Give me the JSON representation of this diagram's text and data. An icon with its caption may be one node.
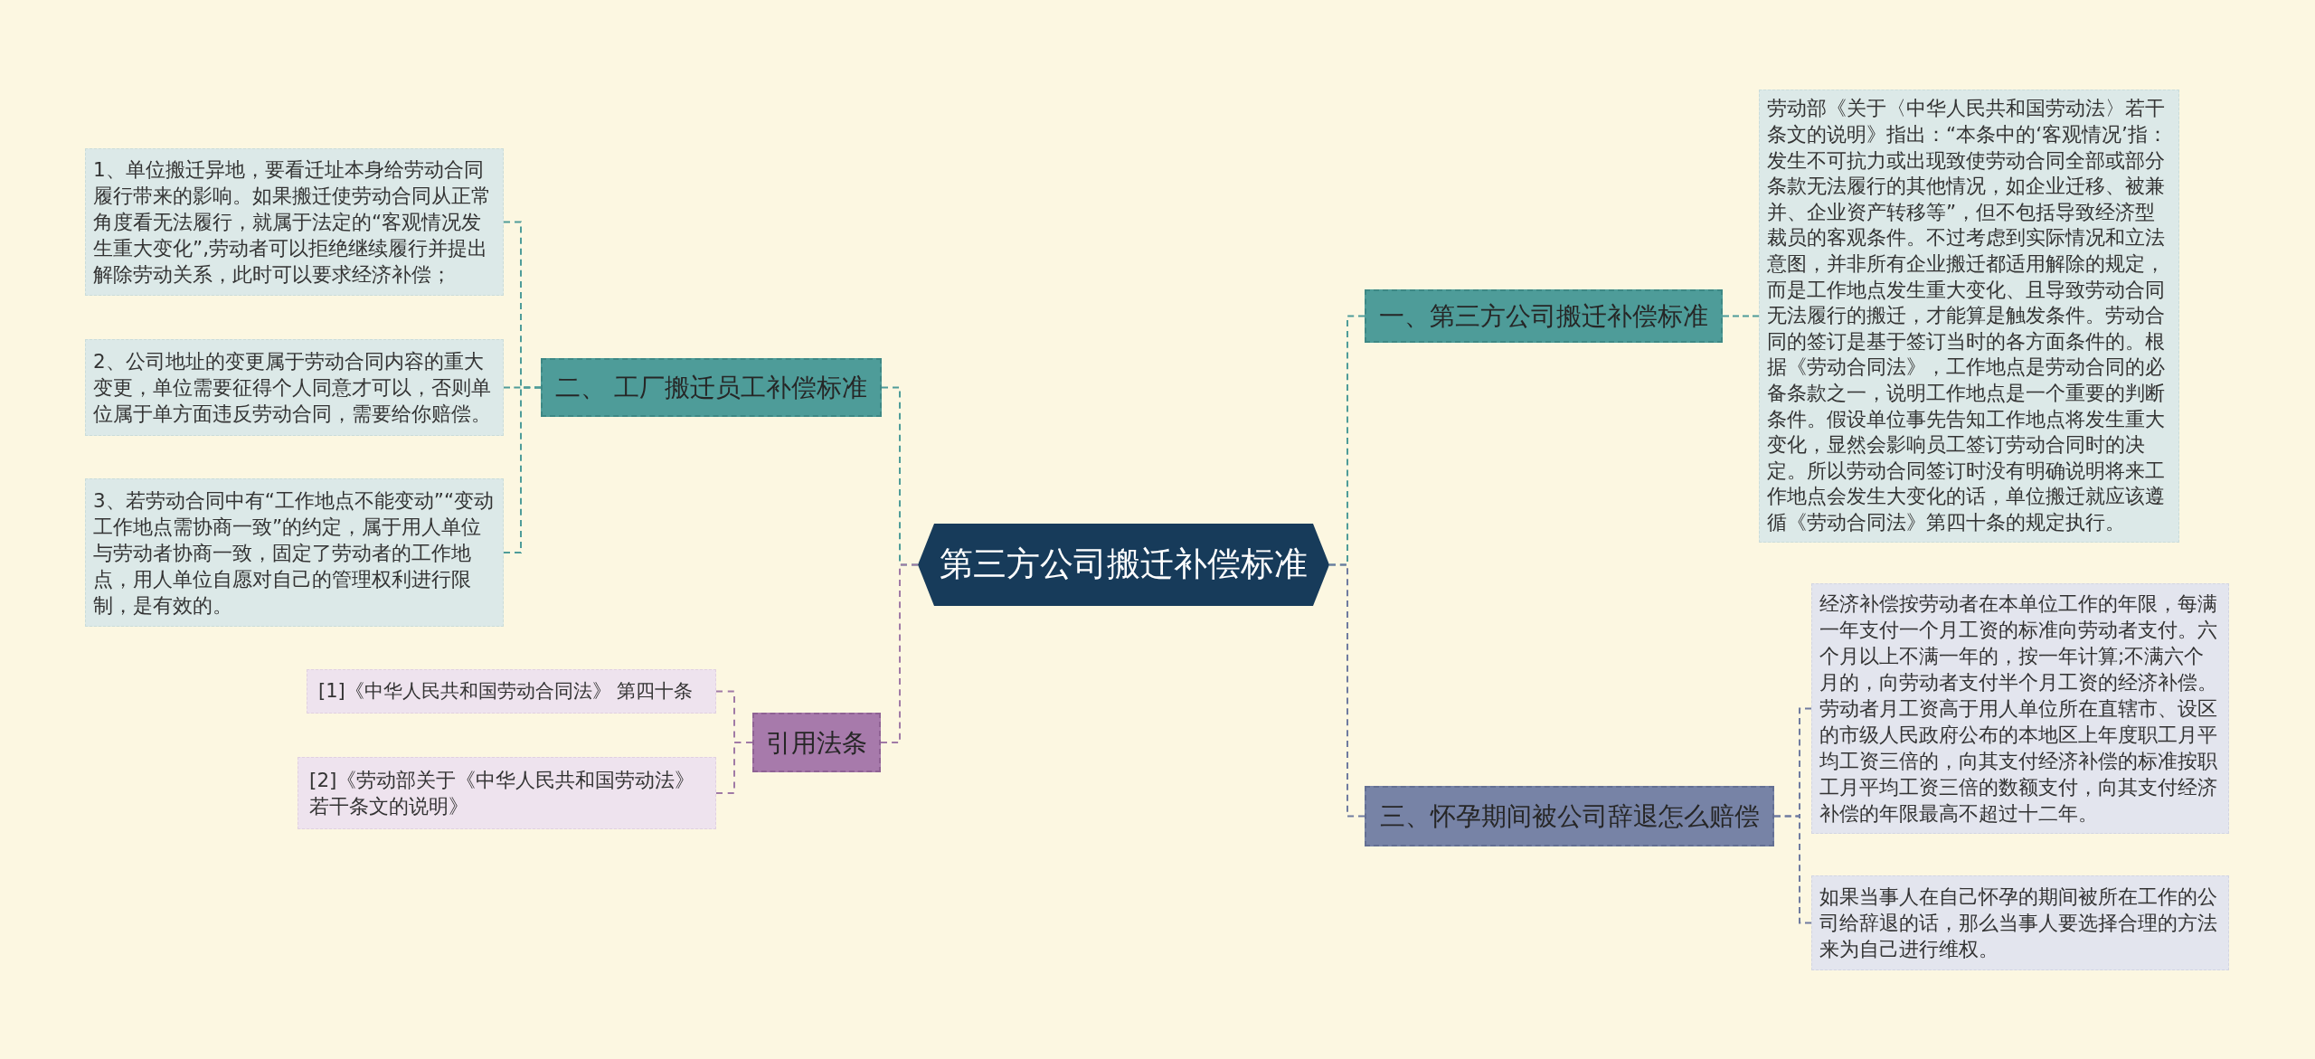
{
  "diagram": {
    "nodes": [
      {
        "text": [
          "第三方公司搬迁补偿标准"
        ]
      },
      {
        "text": [
          "二、 工厂搬迁员工补偿标准"
        ]
      },
      {
        "text": [
          "1、单位搬迁异地，要看迁址本身给劳动合同履行带来的影响。如果搬迁使劳动合同从正常角度看无法履行，就属于法定的“客观情况发生重大变化”,劳动者可以拒绝继续履行并提出解除劳动关系，此时可以要求经济补偿；"
        ]
      },
      {
        "text": [
          "2、公司地址的变更属于劳动合同内容的重大变更，单位需要征得个人同意才可以，否则单位属于单方面违反劳动合同，需要给你赔偿。"
        ]
      },
      {
        "text": [
          "3、若劳动合同中有“工作地点不能变动”“变动工作地点需协商一致”的约定，属于用人单位与劳动者协商一致，固定了劳动者的工作地点，用人单位自愿对自己的管理权利进行限制，是有效的。"
        ]
      },
      {
        "text": [
          "引用法条"
        ]
      },
      {
        "text": [
          "[1]《中华人民共和国劳动合同法》 第四十条"
        ]
      },
      {
        "text": [
          "[2]《劳动部关于《中华人民共和国劳动法》若干条文的说明》"
        ]
      },
      {
        "text": [
          "一、第三方公司搬迁补偿标准"
        ]
      },
      {
        "text": [
          "劳动部《关于〈中华人民共和国劳动法〉若干条文的说明》指出：“本条中的‘客观情况’指：发生不可抗力或出现致使劳动合同全部或部分条款无法履行的其他情况，如企业迁移、被兼并、企业资产转移等”，但不包括导致经济型裁员的客观条件。不过考虑到实际情况和立法意图，并非所有企业搬迁都适用解除的规定，而是工作地点发生重大变化、且导致劳动合同无法履行的搬迁，才能算是触发条件。劳动合同的签订是基于签订当时的各方面条件的。根据《劳动合同法》，工作地点是劳动合同的必备条款之一，说明工作地点是一个重要的判断条件。假设单位事先告知工作地点将发生重大变化，显然会影响员工签订劳动合同时的决定。所以劳动合同签订时没有明确说明将来工作地点会发生大变化的话，单位搬迁就应该遵循《劳动合同法》第四十条的规定执行。"
        ]
      },
      {
        "text": [
          "三、怀孕期间被公司辞退怎么赔偿"
        ]
      },
      {
        "text": [
          "经济补偿按劳动者在本单位工作的年限，每满一年支付一个月工资的标准向劳动者支付。六个月以上不满一年的，按一年计算;不满六个月的，向劳动者支付半个月工资的经济补偿。劳动者月工资高于用人单位所在直辖市、设区的市级人民政府公布的本地区上年度职工月平均工资三倍的，向其支付经济补偿的标准按职工月平均工资三倍的数额支付，向其支付经济补偿的年限最高不超过十二年。"
        ]
      },
      {
        "text": [
          "如果当事人在自己怀孕的期间被所在工作的公司给辞退的话，那么当事人要选择合理的方法来为自己进行维权。"
        ]
      }
    ],
    "edges": [
      {
        "from": 0,
        "to": 1,
        "arrow": "none"
      },
      {
        "from": 1,
        "to": 2,
        "arrow": "none"
      },
      {
        "from": 1,
        "to": 3,
        "arrow": "none"
      },
      {
        "from": 1,
        "to": 4,
        "arrow": "none"
      },
      {
        "from": 0,
        "to": 5,
        "arrow": "none",
        "color": "#a07aa6"
      },
      {
        "from": 5,
        "to": 6,
        "arrow": "none",
        "color": "#a07aa6"
      },
      {
        "from": 5,
        "to": 7,
        "arrow": "none",
        "color": "#a07aa6"
      },
      {
        "from": 0,
        "to": 8,
        "arrow": "none"
      },
      {
        "from": 8,
        "to": 9,
        "arrow": "none"
      },
      {
        "from": 0,
        "to": 10,
        "arrow": "none",
        "color": "#6f7ba0"
      },
      {
        "from": 10,
        "to": 11,
        "arrow": "none",
        "color": "#6f7ba0"
      },
      {
        "from": 10,
        "to": 12,
        "arrow": "none",
        "color": "#6f7ba0"
      }
    ]
  }
}
